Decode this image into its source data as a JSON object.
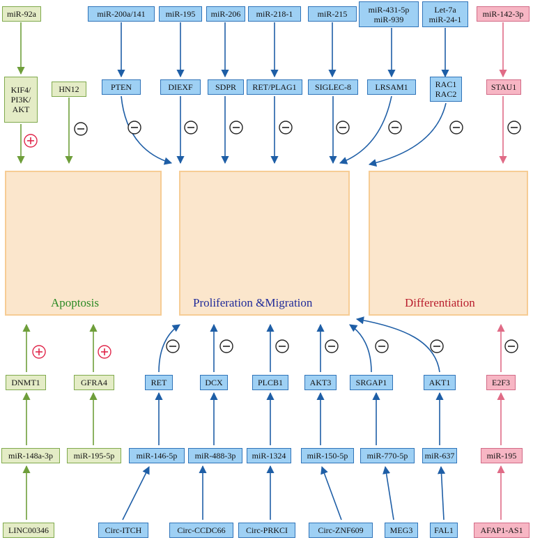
{
  "top_row": {
    "mirnas": [
      "miR-200a/141",
      "miR-195",
      "miR-206",
      "miR-218-1",
      "miR-215",
      "miR-431-5p\nmiR-939",
      "Let-7a\nmiR-24-1"
    ],
    "targets": [
      "PTEN",
      "DIEXF",
      "SDPR",
      "RET/PLAG1",
      "SIGLEC-8",
      "LRSAM1",
      "RAC1\nRAC2"
    ]
  },
  "left_top": {
    "mirna": "miR-92a",
    "pathway": "KIF4/\nPI3K/\nAKT",
    "hn12": "HN12"
  },
  "right_top": {
    "mirna": "miR-142-3p",
    "target": "STAU1"
  },
  "panels": {
    "apoptosis": {
      "title": "Apoptosis",
      "color": "#2c8a25"
    },
    "proliferation": {
      "title": "Proliferation &Migration",
      "color": "#1f2a99"
    },
    "differentiation": {
      "title": "Differentiation",
      "color": "#b81c2c"
    }
  },
  "left_bottom": {
    "targets": [
      "DNMT1",
      "GFRA4"
    ],
    "mirnas": [
      "miR-148a-3p",
      "miR-195-5p"
    ],
    "lnc": "LINC00346"
  },
  "bottom_row": {
    "targets": [
      "RET",
      "DCX",
      "PLCB1",
      "AKT3",
      "SRGAP1",
      "AKT1"
    ],
    "mirnas": [
      "miR-146-5p",
      "miR-488-3p",
      "miR-1324",
      "miR-150-5p",
      "miR-770-5p",
      "miR-637"
    ],
    "sources": [
      "Circ-ITCH",
      "Circ-CCDC66",
      "Circ-PRKCI",
      "Circ-ZNF609",
      "MEG3",
      "FAL1"
    ]
  },
  "right_bottom": {
    "target": "E2F3",
    "mirna": "miR-195",
    "lnc": "AFAP1-AS1"
  },
  "symbols": {
    "inhibit": "−",
    "promote": "+"
  },
  "colors": {
    "blue": "#2464a8",
    "green": "#6e9e3a",
    "pink": "#e06b86"
  }
}
